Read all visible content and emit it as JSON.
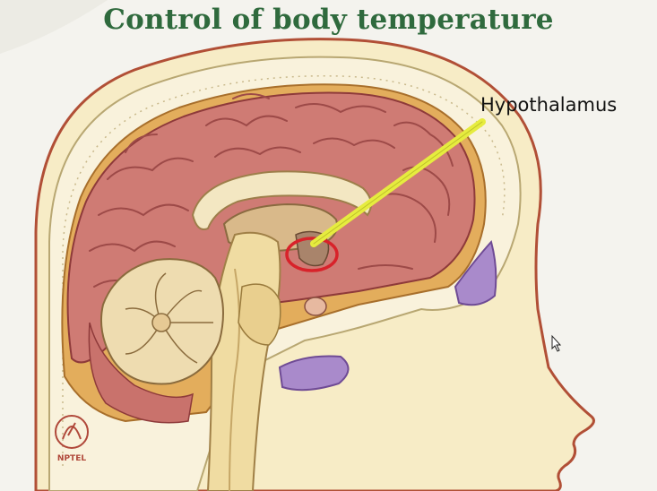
{
  "slide": {
    "title": "Control of body temperature",
    "label": "Hypothalamus"
  },
  "logo": {
    "text": "NPTEL"
  },
  "colors": {
    "title": "#2f6a3d",
    "cerebrum": "#cf7b74",
    "skull": "#f7edcf",
    "skin": "#f6ecc4",
    "pointer": "#e6ec3f",
    "highlight_circle": "#d8222a",
    "sinus": "#a98acb"
  }
}
